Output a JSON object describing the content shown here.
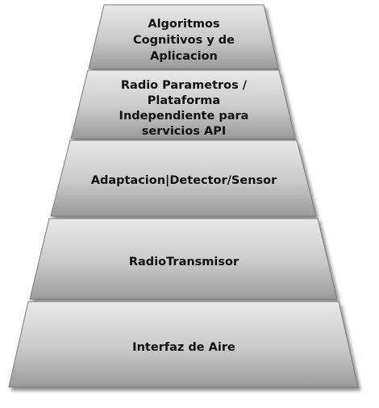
{
  "diagram": {
    "type": "layered-pyramid",
    "layers": [
      {
        "id": "layer-cognitive-algorithms",
        "lines": [
          "Algoritmos",
          "Cognitivos y de",
          "Aplicacion"
        ]
      },
      {
        "id": "layer-radio-parameters",
        "lines": [
          "Radio Parametros /",
          "Plataforma",
          "Independiente para",
          "servicios API"
        ]
      },
      {
        "id": "layer-adaptation",
        "lines": [
          "Adaptacion|Detector/Sensor"
        ]
      },
      {
        "id": "layer-radio-transmitter",
        "lines": [
          "RadioTransmisor"
        ]
      },
      {
        "id": "layer-air-interface",
        "lines": [
          "Interfaz de Aire"
        ]
      }
    ],
    "colors": {
      "fill_top": "#e9e9e9",
      "fill_mid": "#c9c9c9",
      "fill_bottom": "#9a9a9a",
      "stroke": "#7a7a7a",
      "text": "#111111"
    }
  }
}
